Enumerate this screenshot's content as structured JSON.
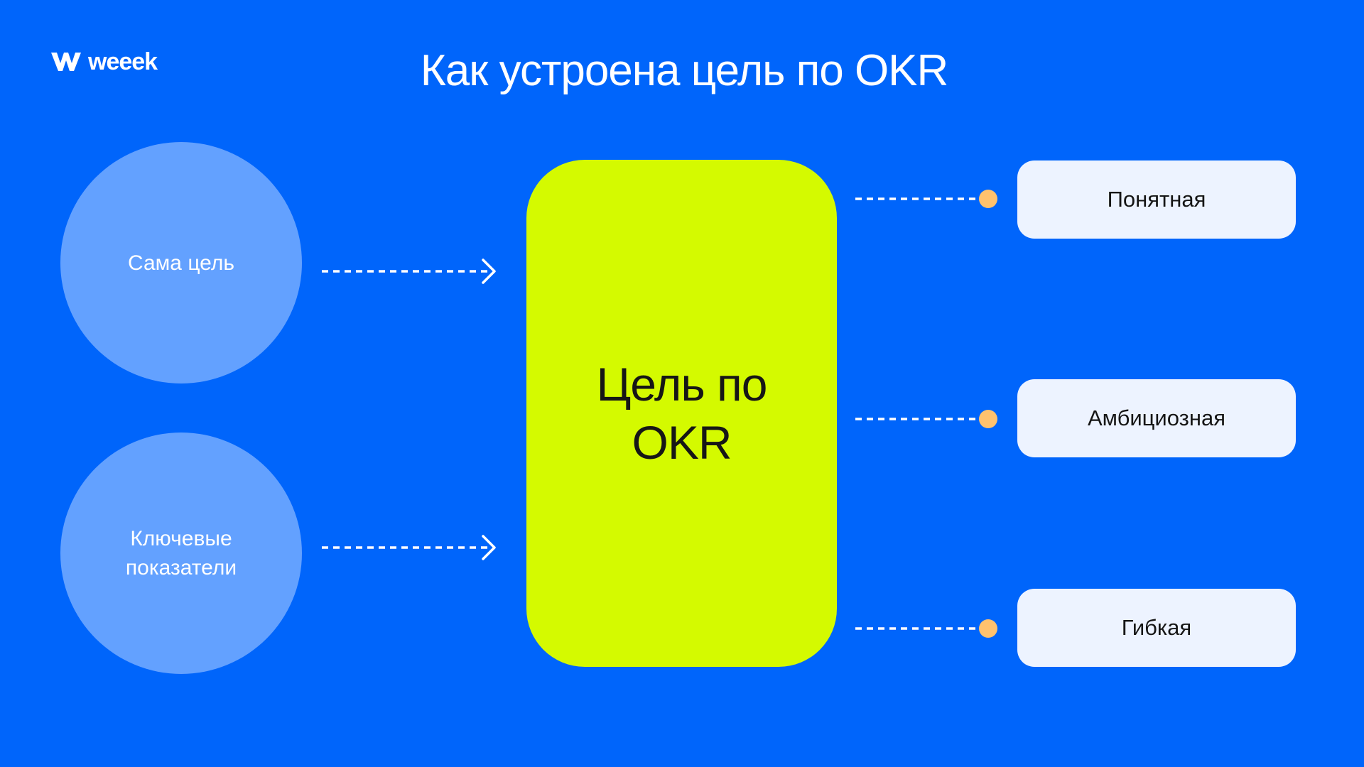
{
  "brand": {
    "name": "weeek"
  },
  "title": "Как устроена цель по OKR",
  "inputs": [
    "Сама цель",
    "Ключевые показатели"
  ],
  "center": "Цель по OKR",
  "properties": [
    "Понятная",
    "Амбициозная",
    "Гибкая"
  ],
  "colors": {
    "background": "#0065FB",
    "input_circle": "#63A1FF",
    "center_box": "#D4FA00",
    "property_box": "#EDF3FF",
    "connector_dot": "#FFC26E",
    "connector_line": "#FFFFFF"
  }
}
